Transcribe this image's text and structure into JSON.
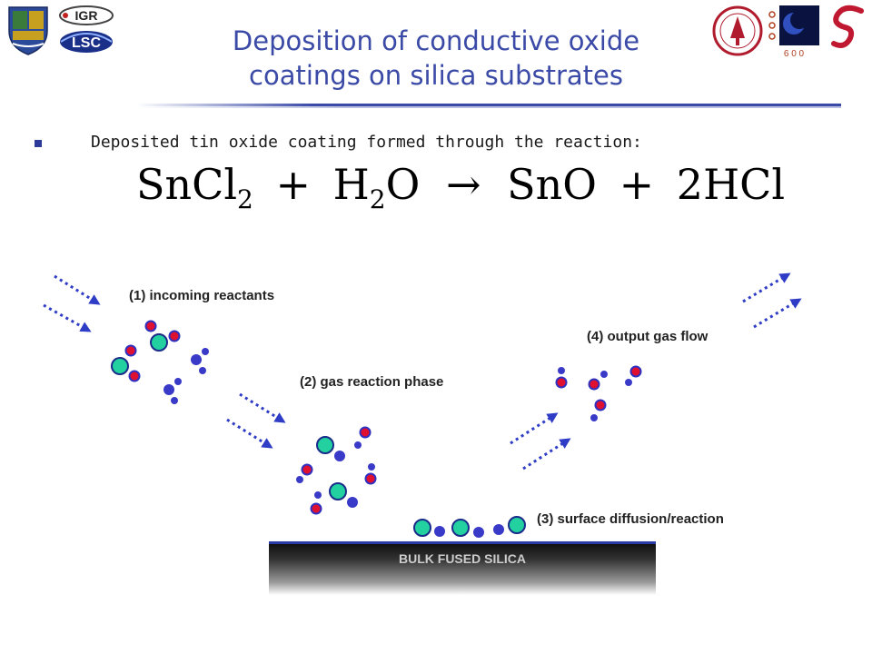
{
  "header": {
    "title_line1": "Deposition of conductive oxide",
    "title_line2": "coatings on silica substrates",
    "logo_igr": "IGR",
    "logo_lsc": "LSC",
    "logo_600": "6 0 0"
  },
  "bullet": {
    "text": "Deposited tin oxide coating formed through the reaction:"
  },
  "equation": {
    "reactant1_base": "SnCl",
    "reactant1_sub": "2",
    "plus1": "+",
    "reactant2_base": "H",
    "reactant2_sub": "2",
    "reactant2_tail": "O",
    "arrow": "→",
    "product1": "SnO",
    "plus2": "+",
    "product2": "2HCl"
  },
  "diagram": {
    "labels": {
      "step1": "(1)  incoming reactants",
      "step2": "(2) gas reaction phase",
      "step3": "(3) surface diffusion/reaction",
      "step4": "(4) output gas flow"
    },
    "substrate_label": "BULK FUSED SILICA",
    "colors": {
      "arrow": "#2f3cc6",
      "large_particle_fill": "#22d0a0",
      "large_particle_stroke": "#1a2c8a",
      "small_particle": "#3a3ac8",
      "red_particle_fill": "#e01030",
      "red_particle_stroke": "#3030c0"
    }
  }
}
